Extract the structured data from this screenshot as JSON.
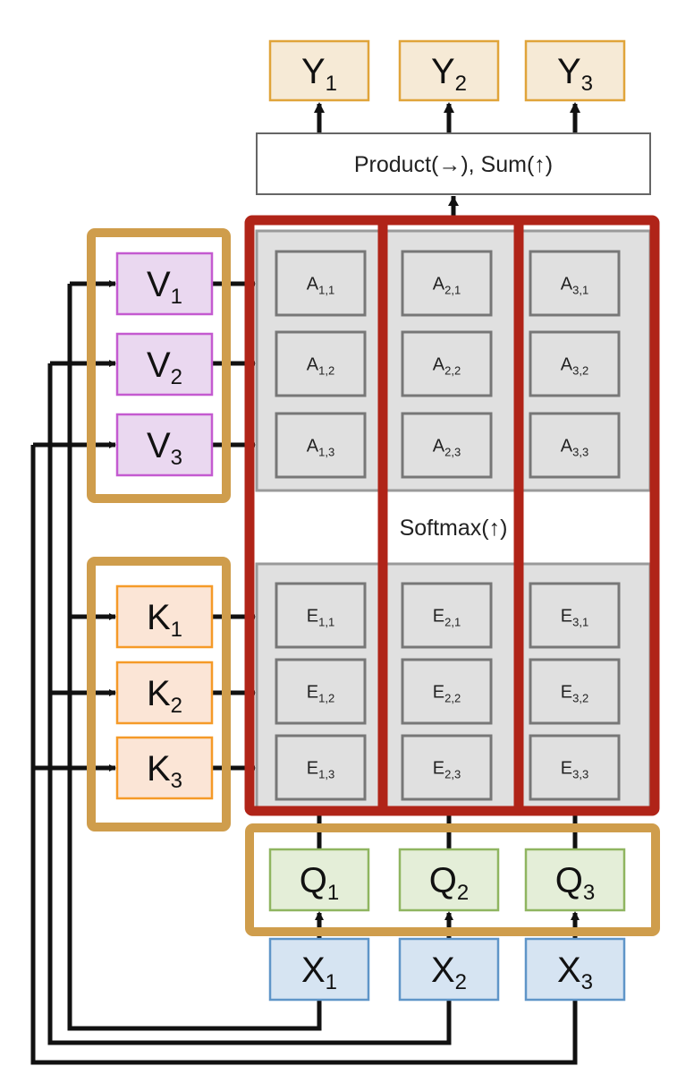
{
  "diagram": {
    "title": "Self-attention computation diagram",
    "colors": {
      "y_fill": "#f6ead6",
      "y_stroke": "#e0a43a",
      "v_fill": "#ead8f0",
      "v_stroke": "#c45ad0",
      "k_fill": "#fbe5d6",
      "k_stroke": "#f59a28",
      "q_fill": "#e4eed8",
      "q_stroke": "#8fb560",
      "x_fill": "#d6e4f2",
      "x_stroke": "#5f95c8",
      "panel_fill": "#e0e0e0",
      "panel_stroke": "#999999",
      "highlight_red": "#b02418",
      "highlight_gold": "#cf9d4c",
      "wire": "#111111"
    },
    "outputs": [
      {
        "id": "Y1",
        "base": "Y",
        "sub": "1"
      },
      {
        "id": "Y2",
        "base": "Y",
        "sub": "2"
      },
      {
        "id": "Y3",
        "base": "Y",
        "sub": "3"
      }
    ],
    "product_sum_label": {
      "prefix": "Product(",
      "arrow1": "→",
      "middle": "), Sum(",
      "arrow2": "↑",
      "suffix": ")"
    },
    "softmax_label": {
      "prefix": "Softmax(",
      "arrow": "↑",
      "suffix": ")"
    },
    "values": [
      {
        "id": "V1",
        "base": "V",
        "sub": "1"
      },
      {
        "id": "V2",
        "base": "V",
        "sub": "2"
      },
      {
        "id": "V3",
        "base": "V",
        "sub": "3"
      }
    ],
    "keys": [
      {
        "id": "K1",
        "base": "K",
        "sub": "1"
      },
      {
        "id": "K2",
        "base": "K",
        "sub": "2"
      },
      {
        "id": "K3",
        "base": "K",
        "sub": "3"
      }
    ],
    "queries": [
      {
        "id": "Q1",
        "base": "Q",
        "sub": "1"
      },
      {
        "id": "Q2",
        "base": "Q",
        "sub": "2"
      },
      {
        "id": "Q3",
        "base": "Q",
        "sub": "3"
      }
    ],
    "inputs": [
      {
        "id": "X1",
        "base": "X",
        "sub": "1"
      },
      {
        "id": "X2",
        "base": "X",
        "sub": "2"
      },
      {
        "id": "X3",
        "base": "X",
        "sub": "3"
      }
    ],
    "attention_weights": [
      [
        {
          "base": "A",
          "sub": "1,1"
        },
        {
          "base": "A",
          "sub": "2,1"
        },
        {
          "base": "A",
          "sub": "3,1"
        }
      ],
      [
        {
          "base": "A",
          "sub": "1,2"
        },
        {
          "base": "A",
          "sub": "2,2"
        },
        {
          "base": "A",
          "sub": "3,2"
        }
      ],
      [
        {
          "base": "A",
          "sub": "1,3"
        },
        {
          "base": "A",
          "sub": "2,3"
        },
        {
          "base": "A",
          "sub": "3,3"
        }
      ]
    ],
    "similarities": [
      [
        {
          "base": "E",
          "sub": "1,1"
        },
        {
          "base": "E",
          "sub": "2,1"
        },
        {
          "base": "E",
          "sub": "3,1"
        }
      ],
      [
        {
          "base": "E",
          "sub": "1,2"
        },
        {
          "base": "E",
          "sub": "2,2"
        },
        {
          "base": "E",
          "sub": "3,2"
        }
      ],
      [
        {
          "base": "E",
          "sub": "1,3"
        },
        {
          "base": "E",
          "sub": "2,3"
        },
        {
          "base": "E",
          "sub": "3,3"
        }
      ]
    ]
  }
}
